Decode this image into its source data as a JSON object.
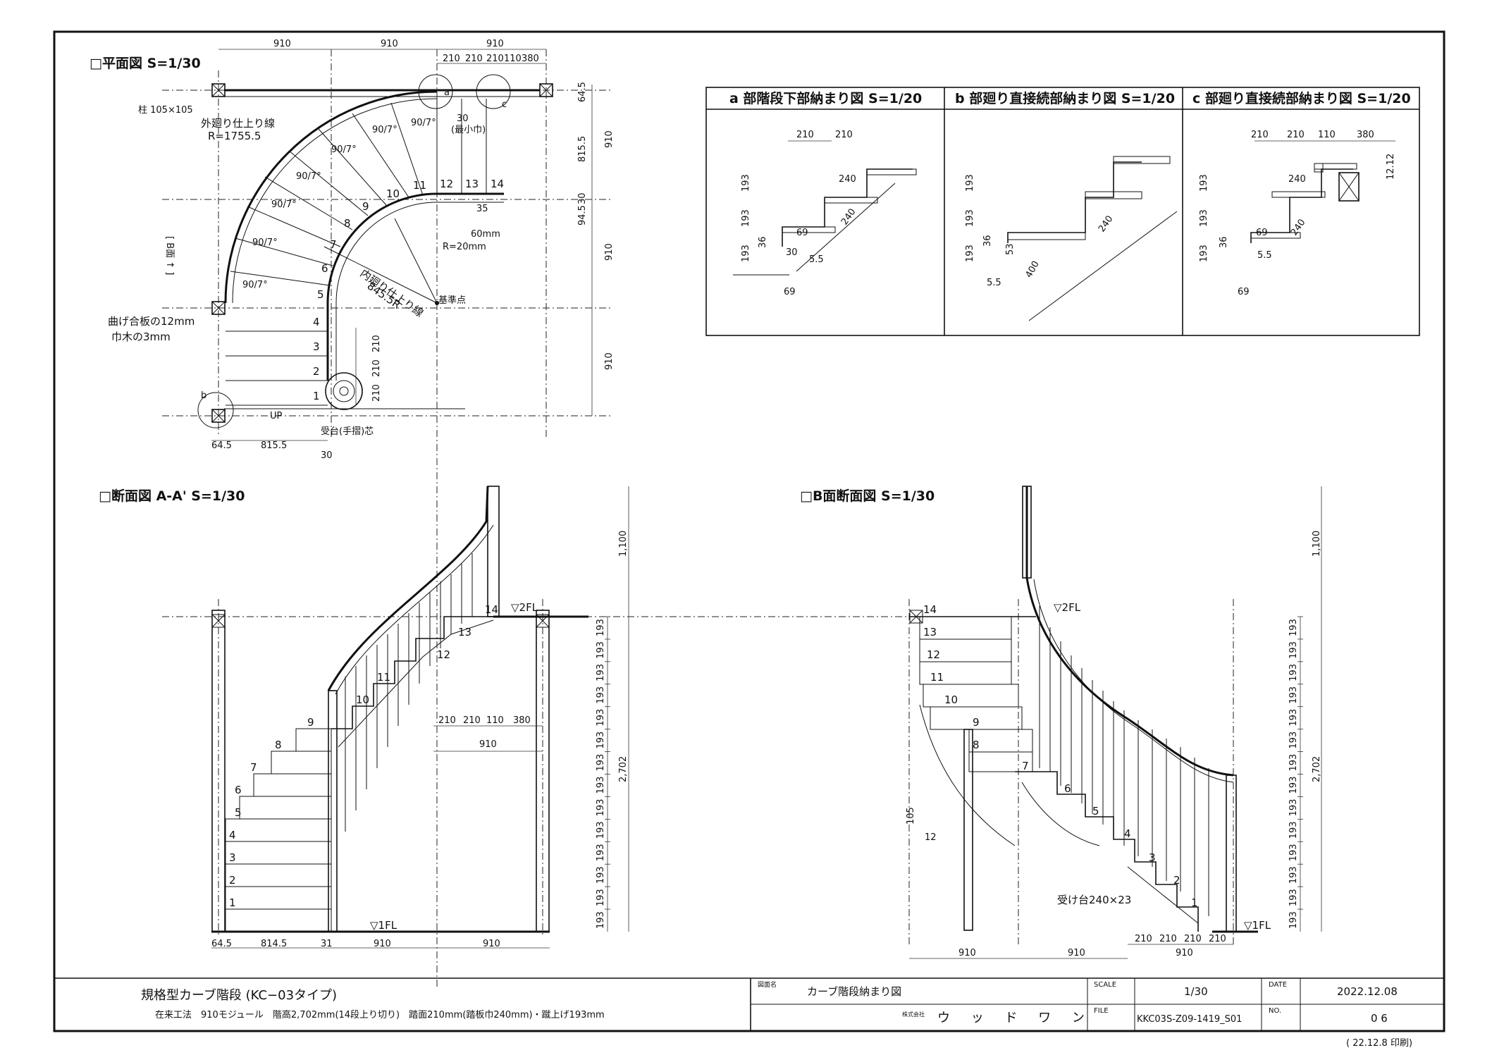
{
  "plan": {
    "title": "□平面図 S=1/30",
    "top_dims": [
      "910",
      "910",
      "910"
    ],
    "top_sub_dims": [
      "210",
      "210",
      "210",
      "110",
      "380"
    ],
    "right_dims": [
      "64.5",
      "815.5",
      "910",
      "30",
      "94.5",
      "910",
      "910"
    ],
    "bottom_dims": [
      "64.5",
      "815.5",
      "30"
    ],
    "post_label": "柱 105×105",
    "outer_line_label": "外廻り仕上り線",
    "outer_radius": "R=1755.5",
    "inner_line_label": "内廻り仕上り線",
    "inner_radius": "845.5R",
    "datum_label": "基準点",
    "r20_label": "R=20mm",
    "w60_label": "60mm",
    "plywood_label": "曲げ合板の12mm",
    "skirting_label": "巾木の3mm",
    "newel_label": "受台(手摺)芯",
    "up_label": "UP",
    "b_mark_label": "[ B面 ↑ ]",
    "angle_label": "90/7°",
    "step_30_label": "30",
    "step_30_note": "(最小巾)",
    "step_35_label": "35",
    "markers": [
      "a",
      "b",
      "c"
    ],
    "step_numbers": [
      "1",
      "2",
      "3",
      "4",
      "5",
      "6",
      "7",
      "8",
      "9",
      "10",
      "11",
      "12",
      "13",
      "14"
    ],
    "stair_dims": [
      "210",
      "210",
      "210"
    ]
  },
  "details": {
    "a": {
      "title": "a 部階段下部納まり図 S=1/20",
      "dims": [
        "210",
        "210",
        "240",
        "240",
        "193",
        "193",
        "193",
        "36",
        "69",
        "30",
        "5.5",
        "69"
      ]
    },
    "b": {
      "title": "b 部廻り直接続部納まり図 S=1/20",
      "dims": [
        "193",
        "193",
        "193",
        "36",
        "240",
        "400",
        "5.5",
        "53"
      ]
    },
    "c": {
      "title": "c 部廻り直接続部納まり図 S=1/20",
      "dims": [
        "210",
        "210",
        "110",
        "380",
        "240",
        "240",
        "193",
        "193",
        "193",
        "36",
        "69",
        "5.5",
        "69",
        "12.12"
      ]
    }
  },
  "section_a": {
    "title": "□断面図 A-A' S=1/30",
    "floor2": "▽2FL",
    "floor1": "▽1FL",
    "rise_dims": [
      "193",
      "193",
      "193",
      "193",
      "193",
      "193",
      "193",
      "193",
      "193",
      "193",
      "193",
      "193",
      "193",
      "193"
    ],
    "height_total": "2,702",
    "rail_height": "1,100",
    "plan_dims": [
      "210",
      "210",
      "110",
      "380"
    ],
    "width_910": "910",
    "bottom_dims": [
      "64.5",
      "814.5",
      "31",
      "910",
      "910"
    ],
    "step_numbers": [
      "1",
      "2",
      "3",
      "4",
      "5",
      "6",
      "7",
      "8",
      "9",
      "10",
      "11",
      "12",
      "13",
      "14"
    ]
  },
  "section_b": {
    "title": "□B面断面図 S=1/30",
    "floor2": "▽2FL",
    "floor1": "▽1FL",
    "rise_dims": [
      "193",
      "193",
      "193",
      "193",
      "193",
      "193",
      "193",
      "193",
      "193",
      "193",
      "193",
      "193",
      "193",
      "193"
    ],
    "height_total": "2,702",
    "rail_height": "1,100",
    "stand_label": "受け台240×23",
    "side_labels": [
      "105",
      "12"
    ],
    "bottom_dims": [
      "210",
      "210",
      "210",
      "210",
      "910"
    ],
    "bottom_dims2": [
      "910",
      "910"
    ],
    "step_numbers": [
      "1",
      "2",
      "3",
      "4",
      "5",
      "6",
      "7",
      "8",
      "9",
      "10",
      "11",
      "12",
      "13",
      "14"
    ]
  },
  "title_block": {
    "product_line1": "規格型カーブ階段 (KC−03タイプ)",
    "product_line2": "在来工法　910モジュール　階高2,702mm(14段上り切り)　踏面210mm(踏板巾240mm)・蹴上げ193mm",
    "drawing_name_label": "図面名",
    "drawing_name": "カーブ階段納まり図",
    "company_label": "株式会社",
    "company": "ウ ッ ド ワ ン",
    "scale_label": "SCALE",
    "scale": "1/30",
    "file_label": "FILE",
    "file": "KKC03S-Z09-1419_S01",
    "date_label": "DATE",
    "date": "2022.12.08",
    "no_label": "NO.",
    "no": "0 6",
    "printed": "( 22.12.8 印刷)"
  }
}
